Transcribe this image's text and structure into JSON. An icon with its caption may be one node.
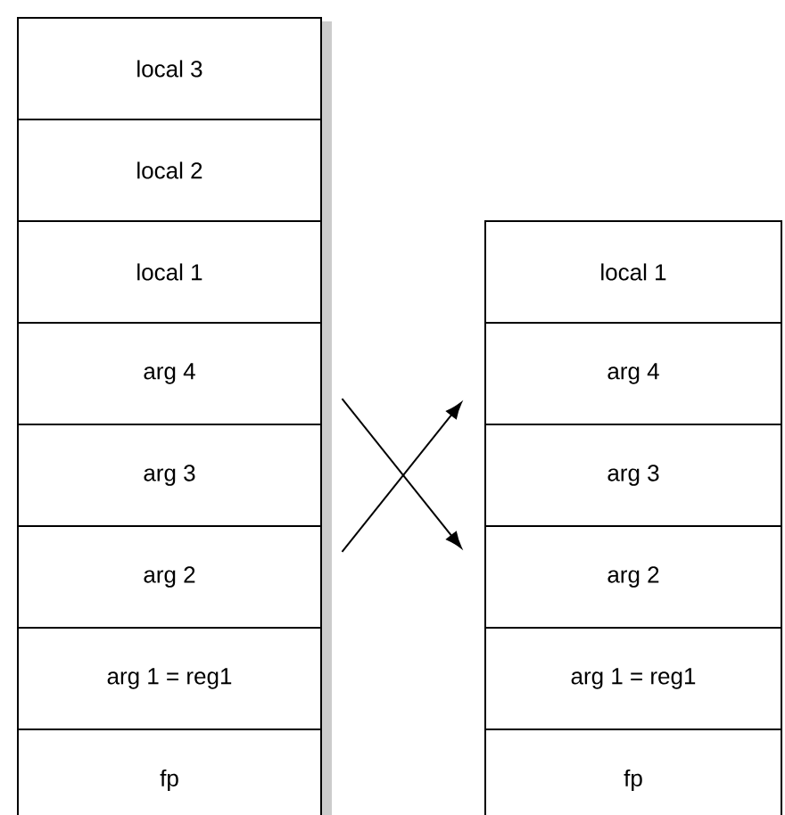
{
  "diagram": {
    "nodes": [
      {
        "text": [
          "local 3"
        ]
      },
      {
        "text": [
          "local 2"
        ]
      },
      {
        "text": [
          "local 1"
        ]
      },
      {
        "text": [
          "arg 4"
        ]
      },
      {
        "text": [
          "arg 3"
        ]
      },
      {
        "text": [
          "arg 2"
        ]
      },
      {
        "text": [
          "arg 1 = reg1"
        ]
      },
      {
        "text": [
          "fp"
        ]
      },
      {
        "text": [
          "local 1"
        ]
      },
      {
        "text": [
          "arg 4"
        ]
      },
      {
        "text": [
          "arg 3"
        ]
      },
      {
        "text": [
          "arg 2"
        ]
      },
      {
        "text": [
          "arg 1 = reg1"
        ]
      },
      {
        "text": [
          "fp"
        ]
      }
    ],
    "edges": [
      {
        "from": 3,
        "to": 11,
        "arrow": "to"
      },
      {
        "from": 5,
        "to": 9,
        "arrow": "to"
      }
    ]
  }
}
